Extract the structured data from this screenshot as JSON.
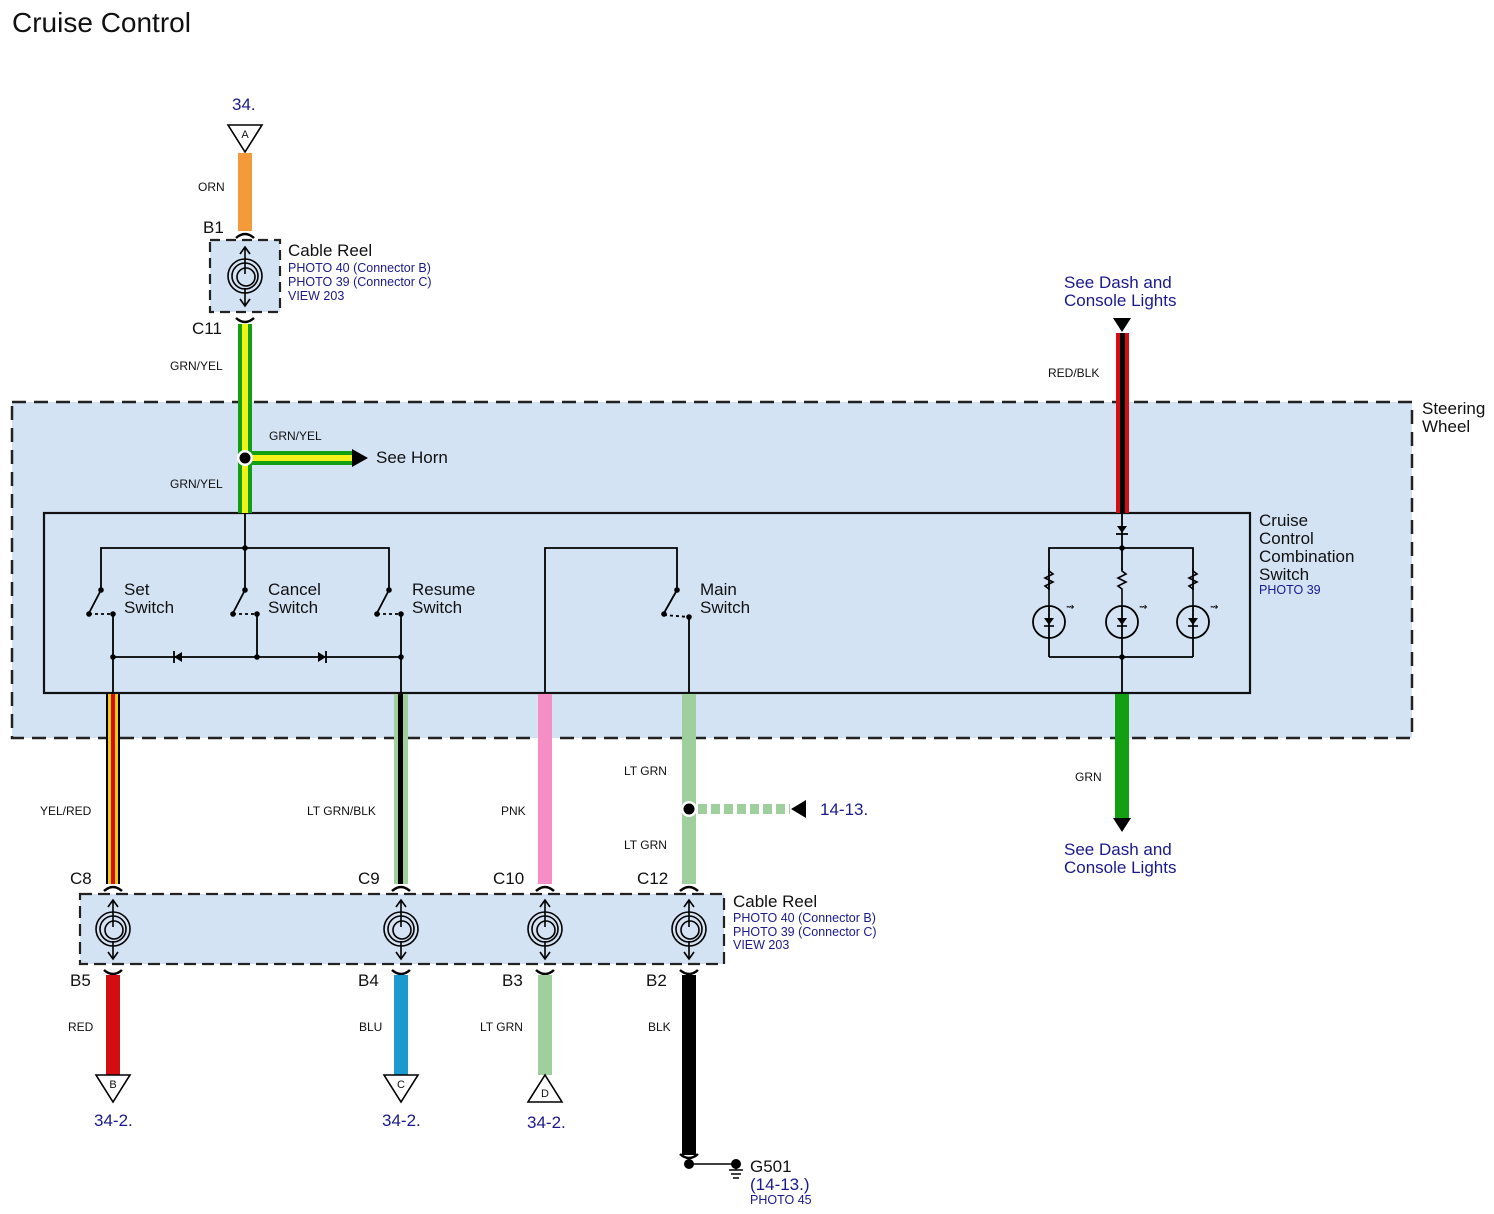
{
  "title": "Cruise Control",
  "colors": {
    "enclosure_fill": "#d3e3f4",
    "ORN": "#f39a3a",
    "GRN": "#12a012",
    "YEL": "#f2f21a",
    "RED": "#d40d12",
    "BLK": "#000000",
    "LT_GRN": "#9fcf9c",
    "PNK": "#f48ec4",
    "BLU": "#1a9acf",
    "link_text": "#1a1a8c"
  },
  "top_feed": {
    "ref": "34.",
    "terminal": "A",
    "wire": "ORN"
  },
  "cable_reel_top": {
    "name": "Cable Reel",
    "refs": [
      "PHOTO 40 (Connector B)",
      "PHOTO 39 (Connector C)",
      "VIEW 203"
    ],
    "pin_in": "B1",
    "pin_out": "C11"
  },
  "horn_branch": {
    "wire_upper": "GRN/YEL",
    "wire_branch": "GRN/YEL",
    "wire_lower": "GRN/YEL",
    "label": "See Horn"
  },
  "steering_wheel": {
    "label_line1": "Steering",
    "label_line2": "Wheel"
  },
  "combo_switch": {
    "name_lines": [
      "Cruise",
      "Control",
      "Combination",
      "Switch"
    ],
    "ref": "PHOTO 39",
    "switches": [
      {
        "line1": "Set",
        "line2": "Switch"
      },
      {
        "line1": "Cancel",
        "line2": "Switch"
      },
      {
        "line1": "Resume",
        "line2": "Switch"
      },
      {
        "line1": "Main",
        "line2": "Switch"
      }
    ]
  },
  "dash_feed": {
    "label_line1": "See Dash and",
    "label_line2": "Console Lights",
    "wire": "RED/BLK"
  },
  "dash_return": {
    "label_line1": "See Dash and",
    "label_line2": "Console Lights",
    "wire": "GRN"
  },
  "lower_wires": [
    {
      "upper_wire": "YEL/RED",
      "c_pin": "C8",
      "b_pin": "B5",
      "lower_wire": "RED",
      "terminal": "B",
      "ref": "34-2."
    },
    {
      "upper_wire": "LT GRN/BLK",
      "c_pin": "C9",
      "b_pin": "B4",
      "lower_wire": "BLU",
      "terminal": "C",
      "ref": "34-2."
    },
    {
      "upper_wire": "PNK",
      "c_pin": "C10",
      "b_pin": "B3",
      "lower_wire": "LT GRN",
      "terminal": "D",
      "ref": "34-2."
    },
    {
      "upper_wire_a": "LT GRN",
      "upper_wire_b": "LT GRN",
      "c_pin": "C12",
      "b_pin": "B2",
      "lower_wire": "BLK"
    }
  ],
  "splice_ref": "14-13.",
  "cable_reel_bottom": {
    "name": "Cable Reel",
    "refs": [
      "PHOTO 40 (Connector B)",
      "PHOTO 39 (Connector C)",
      "VIEW 203"
    ]
  },
  "ground": {
    "name": "G501",
    "ref": "(14-13.)",
    "photo": "PHOTO 45"
  }
}
